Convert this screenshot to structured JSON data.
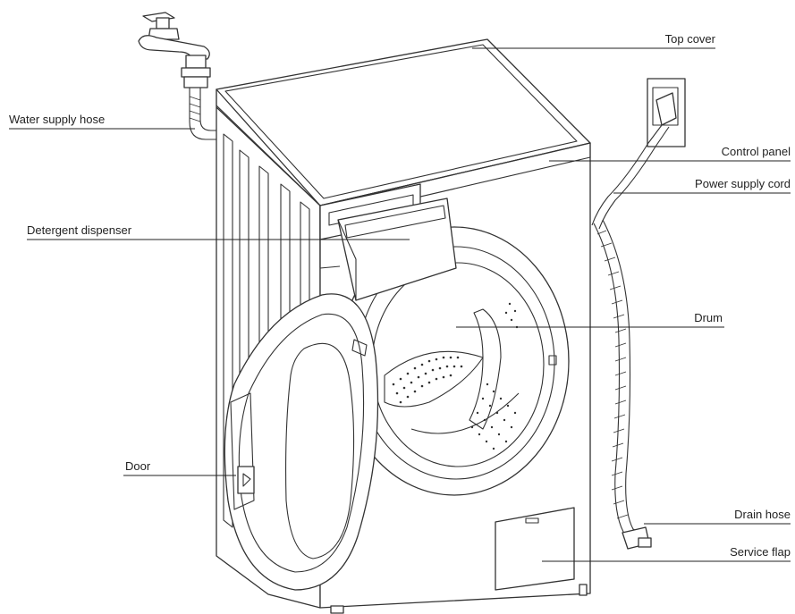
{
  "colors": {
    "line": "#222222",
    "outline": "#333333",
    "background": "#ffffff"
  },
  "labels": {
    "water_supply_hose": "Water supply hose",
    "detergent_dispenser": "Detergent dispenser",
    "door": "Door",
    "top_cover": "Top cover",
    "control_panel": "Control panel",
    "power_supply_cord": "Power supply cord",
    "drum": "Drum",
    "drain_hose": "Drain hose",
    "service_flap": "Service flap"
  }
}
